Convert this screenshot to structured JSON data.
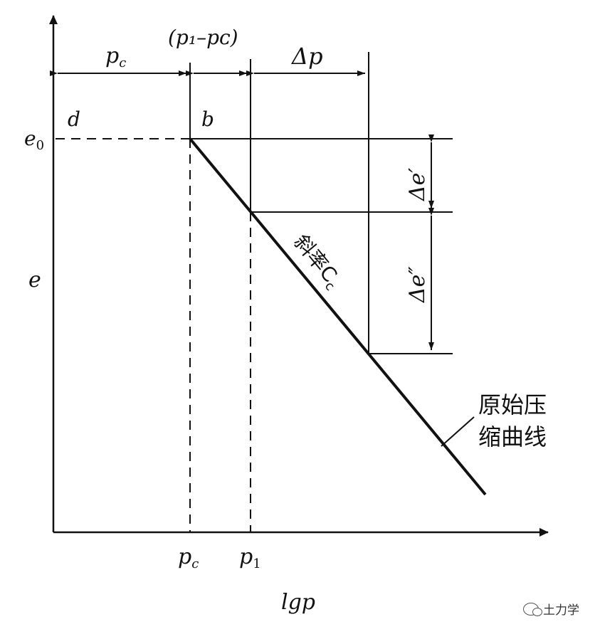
{
  "labels": {
    "e0": "e",
    "e0_sub": "0",
    "e_axis": "e",
    "d": "d",
    "b": "b",
    "pc_top": "p",
    "pc_top_sub": "c",
    "p1_minus_pc": "(p₁–pᴄ)",
    "delta_p": "Δp",
    "delta_e_prime": "Δe′",
    "delta_e_double_prime": "Δe″",
    "slope_text": "斜率C",
    "slope_sub": "c",
    "curve_line1": "原始压",
    "curve_line2": "缩曲线",
    "pc_bottom": "p",
    "pc_bottom_sub": "c",
    "p1_bottom": "p",
    "p1_bottom_sub": "1",
    "x_axis": "lgp"
  },
  "watermark": {
    "text": "土力学",
    "icon": "wechat-icon"
  }
}
